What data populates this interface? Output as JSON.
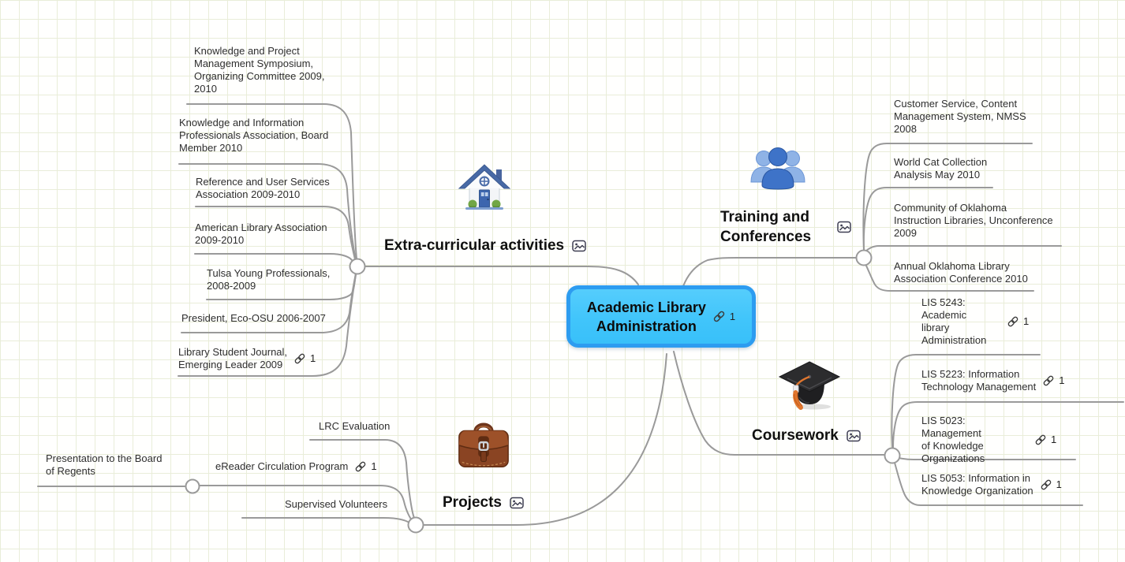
{
  "canvas": {
    "grid_color": "#e9edd9",
    "wire_color": "#9a9a9a",
    "root_fill": "#41c5fb",
    "root_border": "#2d9cf0"
  },
  "root": {
    "label": "Academic Library\nAdministration",
    "link_count": "1"
  },
  "branches": {
    "extra": {
      "label": "Extra-curricular activities",
      "icon": "house-icon",
      "children": [
        {
          "text": "Knowledge and Project\nManagement Symposium,\nOrganizing Committee 2009,\n2010"
        },
        {
          "text": "Knowledge and Information\nProfessionals Association, Board\nMember 2010"
        },
        {
          "text": "Reference and User Services\nAssociation 2009-2010"
        },
        {
          "text": "American Library Association\n2009-2010"
        },
        {
          "text": "Tulsa Young Professionals,\n2008-2009"
        },
        {
          "text": "President, Eco-OSU 2006-2007"
        },
        {
          "text": "Library Student Journal,\nEmerging Leader 2009",
          "link_count": "1"
        }
      ]
    },
    "training": {
      "label": "Training and\nConferences",
      "icon": "people-icon",
      "children": [
        {
          "text": "Customer Service, Content\nManagement System, NMSS\n2008"
        },
        {
          "text": "World Cat Collection\nAnalysis May 2010"
        },
        {
          "text": "Community of Oklahoma\nInstruction Libraries, Unconference\n2009"
        },
        {
          "text": "Annual Oklahoma Library\nAssociation Conference 2010"
        }
      ]
    },
    "coursework": {
      "label": "Coursework",
      "icon": "graduation-cap-icon",
      "children": [
        {
          "text": "LIS 5243:\nAcademic\nlibrary\nAdministration",
          "link_count": "1"
        },
        {
          "text": "LIS 5223: Information\nTechnology Management",
          "link_count": "1"
        },
        {
          "text": "LIS 5023: Management\nof Knowledge\nOrganizations",
          "link_count": "1"
        },
        {
          "text": "LIS 5053: Information in\nKnowledge Organization",
          "link_count": "1"
        }
      ]
    },
    "projects": {
      "label": "Projects",
      "icon": "briefcase-icon",
      "children": [
        {
          "text": "LRC Evaluation"
        },
        {
          "text": "eReader Circulation Program",
          "link_count": "1",
          "children": [
            {
              "text": "Presentation to the Board\nof Regents"
            }
          ]
        },
        {
          "text": "Supervised Volunteers"
        }
      ]
    }
  }
}
